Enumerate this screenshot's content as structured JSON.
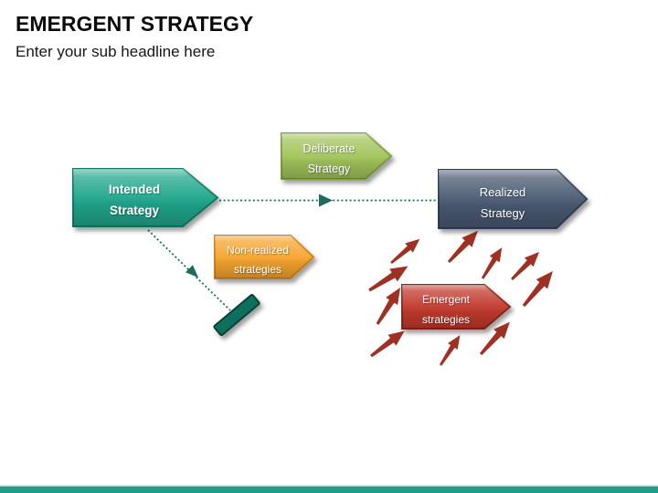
{
  "slide": {
    "title": "EMERGENT STRATEGY",
    "subtitle": "Enter your sub headline here"
  },
  "diagram": {
    "shapes": [
      {
        "name": "Intended Strategy",
        "line1": "Intended",
        "line2": "Strategy",
        "fill": "#21a78c",
        "stroke": "#0d7a64"
      },
      {
        "name": "Deliberate Strategy",
        "line1": "Deliberate",
        "line2": "Strategy",
        "fill": "#a2c45c",
        "stroke": "#7c9f3b"
      },
      {
        "name": "Realized Strategy",
        "line1": "Realized",
        "line2": "Strategy",
        "fill": "#4a5a72",
        "stroke": "#303f55"
      },
      {
        "name": "Non-realized strategies",
        "line1": "Non-realized",
        "line2": "strategies",
        "fill": "#f6a52f",
        "stroke": "#cd8414"
      },
      {
        "name": "Emergent strategies",
        "line1": "Emergent",
        "line2": "strategies",
        "fill": "#c23a2d",
        "stroke": "#8e241b"
      }
    ],
    "connector_color": "#1e6c5c",
    "small_arrow_color": "#9e3123",
    "small_arrow_icon": "up-right-arrow",
    "block_bar_color": "#10705e",
    "block_bar_stroke": "#083f34"
  },
  "footer": {
    "accent_color": "#219a87",
    "accent_edge_color": "#a8d8cf"
  }
}
